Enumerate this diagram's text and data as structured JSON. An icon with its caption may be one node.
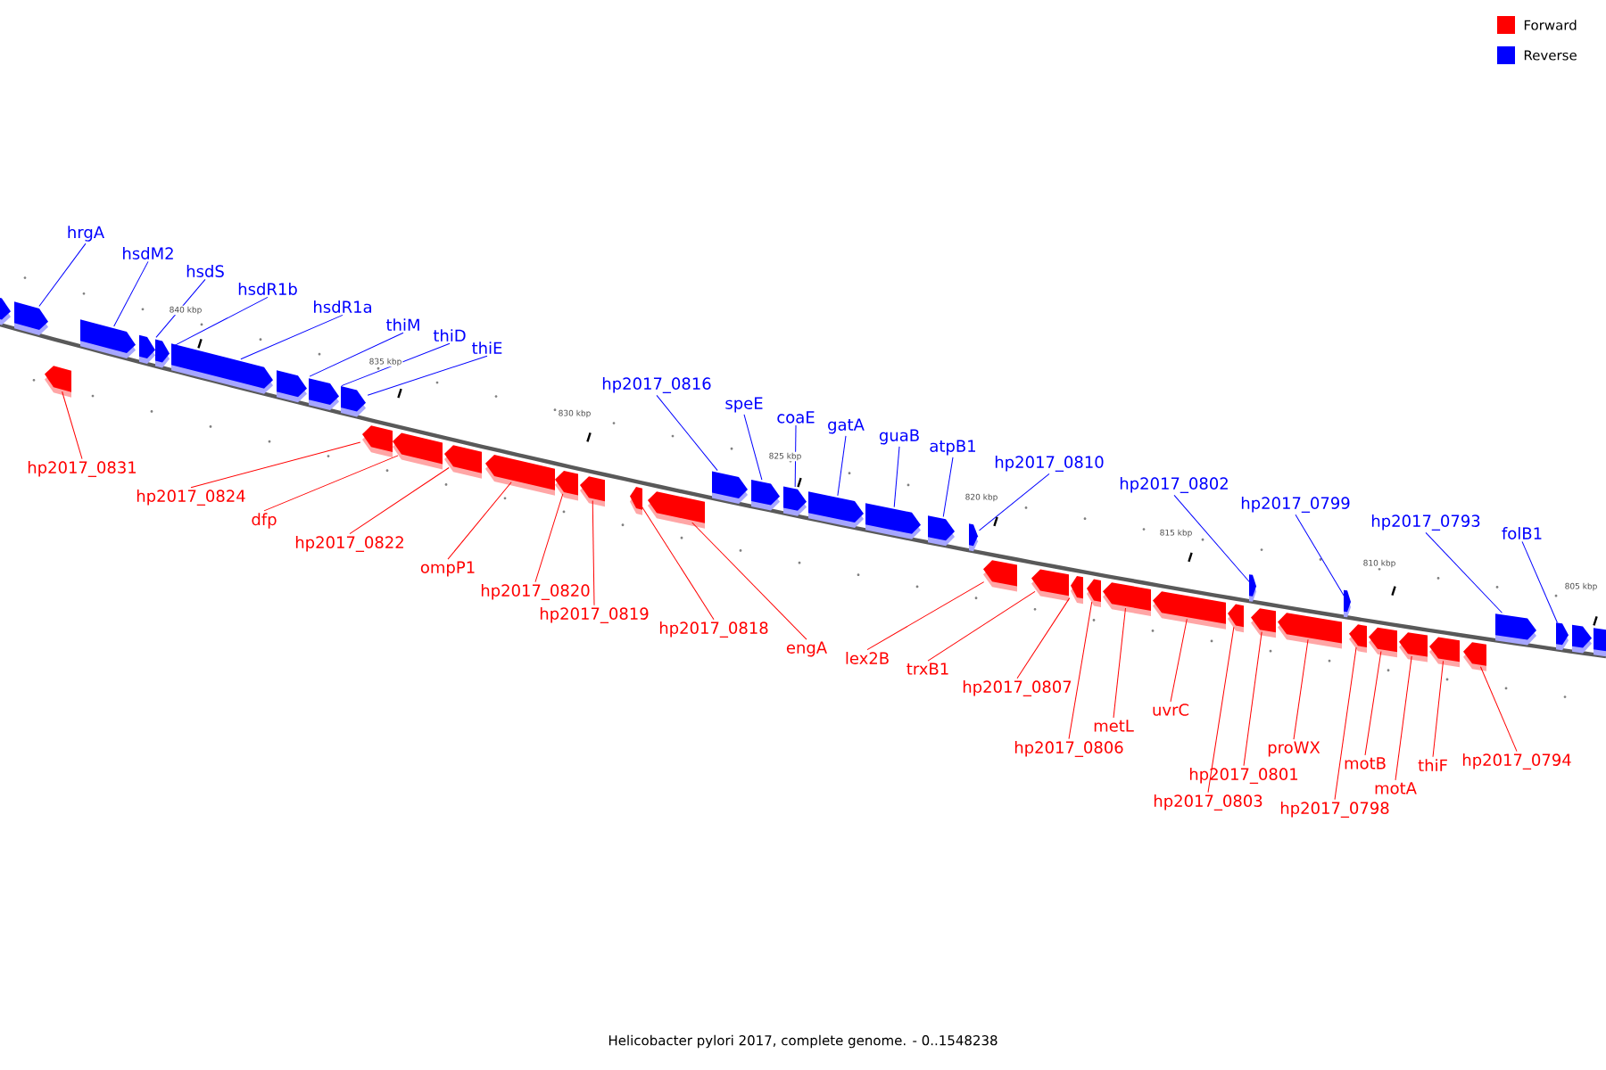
{
  "diagram": {
    "caption": "Helicobacter pylori 2017, complete genome. - 0..1548238",
    "nodes": [
      {
        "text": [
          "hrgA"
        ]
      },
      {
        "text": [
          "hsdM2"
        ]
      },
      {
        "text": [
          "hsdS"
        ]
      },
      {
        "text": [
          "hsdR1b"
        ]
      },
      {
        "text": [
          "hsdR1a"
        ]
      },
      {
        "text": [
          "thiM"
        ]
      },
      {
        "text": [
          "thiD"
        ]
      },
      {
        "text": [
          "thiE"
        ]
      },
      {
        "text": [
          "hp2017_0816"
        ]
      },
      {
        "text": [
          "speE"
        ]
      },
      {
        "text": [
          "coaE"
        ]
      },
      {
        "text": [
          "gatA"
        ]
      },
      {
        "text": [
          "guaB"
        ]
      },
      {
        "text": [
          "atpB1"
        ]
      },
      {
        "text": [
          "hp2017_0810"
        ]
      },
      {
        "text": [
          "hp2017_0802"
        ]
      },
      {
        "text": [
          "hp2017_0799"
        ]
      },
      {
        "text": [
          "hp2017_0793"
        ]
      },
      {
        "text": [
          "folB1"
        ]
      },
      {
        "text": [
          "hp2017_0831"
        ]
      },
      {
        "text": [
          "hp2017_0824"
        ]
      },
      {
        "text": [
          "dfp"
        ]
      },
      {
        "text": [
          "hp2017_0822"
        ]
      },
      {
        "text": [
          "ompP1"
        ]
      },
      {
        "text": [
          "hp2017_0820"
        ]
      },
      {
        "text": [
          "hp2017_0819"
        ]
      },
      {
        "text": [
          "hp2017_0818"
        ]
      },
      {
        "text": [
          "engA"
        ]
      },
      {
        "text": [
          "lex2B"
        ]
      },
      {
        "text": [
          "trxB1"
        ]
      },
      {
        "text": [
          "hp2017_0807"
        ]
      },
      {
        "text": [
          "hp2017_0806"
        ]
      },
      {
        "text": [
          "metL"
        ]
      },
      {
        "text": [
          "uvrC"
        ]
      },
      {
        "text": [
          "hp2017_0801"
        ]
      },
      {
        "text": [
          "hp2017_0803"
        ]
      },
      {
        "text": [
          "proWX"
        ]
      },
      {
        "text": [
          "hp2017_0798"
        ]
      },
      {
        "text": [
          "motB"
        ]
      },
      {
        "text": [
          "motA"
        ]
      },
      {
        "text": [
          "thiF"
        ]
      },
      {
        "text": [
          "hp2017_0794"
        ]
      },
      {
        "text": [],
        "shape": "arrow"
      },
      {
        "text": [],
        "shape": "arrow"
      },
      {
        "text": [],
        "shape": "arrow"
      },
      {
        "text": [],
        "shape": "arrow"
      },
      {
        "text": [],
        "shape": "arrow"
      },
      {
        "text": [],
        "shape": "arrow"
      },
      {
        "text": [],
        "shape": "arrow"
      },
      {
        "text": [],
        "shape": "arrow"
      },
      {
        "text": [],
        "shape": "arrow"
      },
      {
        "text": [],
        "shape": "arrow"
      },
      {
        "text": [],
        "shape": "arrow"
      },
      {
        "text": [],
        "shape": "arrow"
      },
      {
        "text": [],
        "shape": "arrow"
      },
      {
        "text": [],
        "shape": "arrow"
      },
      {
        "text": [],
        "shape": "arrow"
      },
      {
        "text": [],
        "shape": "arrow"
      },
      {
        "text": [],
        "shape": "arrow"
      },
      {
        "text": [],
        "shape": "arrow"
      },
      {
        "text": [],
        "shape": "arrow"
      },
      {
        "text": [],
        "shape": "arrow"
      },
      {
        "text": [],
        "shape": "arrow"
      },
      {
        "text": [],
        "shape": "arrow"
      },
      {
        "text": [],
        "shape": "arrow"
      },
      {
        "text": [],
        "shape": "arrow"
      },
      {
        "text": [],
        "shape": "arrow"
      },
      {
        "text": [],
        "shape": "arrow"
      },
      {
        "text": [],
        "shape": "arrow"
      },
      {
        "text": [],
        "shape": "arrow"
      },
      {
        "text": [],
        "shape": "arrow"
      },
      {
        "text": [],
        "shape": "arrow"
      },
      {
        "text": [],
        "shape": "arrow"
      },
      {
        "text": [],
        "shape": "arrow"
      },
      {
        "text": [],
        "shape": "arrow"
      },
      {
        "text": [],
        "shape": "arrow"
      },
      {
        "text": [],
        "shape": "arrow"
      },
      {
        "text": [],
        "shape": "arrow"
      },
      {
        "text": [],
        "shape": "arrow"
      },
      {
        "text": [],
        "shape": "arrow"
      },
      {
        "text": [],
        "shape": "arrow"
      },
      {
        "text": [],
        "shape": "arrow"
      },
      {
        "text": [],
        "shape": "arrow"
      },
      {
        "text": [],
        "shape": "arrow"
      },
      {
        "text": [],
        "shape": "arrow"
      },
      {
        "text": [],
        "shape": "arrow"
      },
      {
        "text": [],
        "shape": "arrow"
      }
    ],
    "edges": [
      {
        "from": 0,
        "to": 42,
        "arrow": "none",
        "color": "#0000ff"
      },
      {
        "from": 1,
        "to": 43,
        "arrow": "none",
        "color": "#0000ff"
      },
      {
        "from": 2,
        "to": 44,
        "arrow": "none",
        "color": "#0000ff"
      },
      {
        "from": 3,
        "to": 45,
        "arrow": "none",
        "color": "#0000ff"
      },
      {
        "from": 4,
        "to": 46,
        "arrow": "none",
        "color": "#0000ff"
      },
      {
        "from": 5,
        "to": 47,
        "arrow": "none",
        "color": "#0000ff"
      },
      {
        "from": 6,
        "to": 48,
        "arrow": "none",
        "color": "#0000ff"
      },
      {
        "from": 7,
        "to": 49,
        "arrow": "none",
        "color": "#0000ff"
      },
      {
        "from": 8,
        "to": 50,
        "arrow": "none",
        "color": "#0000ff"
      },
      {
        "from": 9,
        "to": 51,
        "arrow": "none",
        "color": "#0000ff"
      },
      {
        "from": 10,
        "to": 52,
        "arrow": "none",
        "color": "#0000ff"
      },
      {
        "from": 11,
        "to": 53,
        "arrow": "none",
        "color": "#0000ff"
      },
      {
        "from": 12,
        "to": 54,
        "arrow": "none",
        "color": "#0000ff"
      },
      {
        "from": 13,
        "to": 55,
        "arrow": "none",
        "color": "#0000ff"
      },
      {
        "from": 14,
        "to": 56,
        "arrow": "none",
        "color": "#0000ff"
      },
      {
        "from": 15,
        "to": 57,
        "arrow": "none",
        "color": "#0000ff"
      },
      {
        "from": 16,
        "to": 58,
        "arrow": "none",
        "color": "#0000ff"
      },
      {
        "from": 17,
        "to": 59,
        "arrow": "none",
        "color": "#0000ff"
      },
      {
        "from": 18,
        "to": 60,
        "arrow": "none",
        "color": "#0000ff"
      },
      {
        "from": 19,
        "to": 61,
        "arrow": "none",
        "color": "#ff0000"
      },
      {
        "from": 20,
        "to": 62,
        "arrow": "none",
        "color": "#ff0000"
      },
      {
        "from": 21,
        "to": 63,
        "arrow": "none",
        "color": "#ff0000"
      },
      {
        "from": 22,
        "to": 64,
        "arrow": "none",
        "color": "#ff0000"
      },
      {
        "from": 23,
        "to": 65,
        "arrow": "none",
        "color": "#ff0000"
      },
      {
        "from": 24,
        "to": 66,
        "arrow": "none",
        "color": "#ff0000"
      },
      {
        "from": 25,
        "to": 67,
        "arrow": "none",
        "color": "#ff0000"
      },
      {
        "from": 26,
        "to": 68,
        "arrow": "none",
        "color": "#ff0000"
      },
      {
        "from": 27,
        "to": 69,
        "arrow": "none",
        "color": "#ff0000"
      },
      {
        "from": 28,
        "to": 70,
        "arrow": "none",
        "color": "#ff0000"
      },
      {
        "from": 29,
        "to": 71,
        "arrow": "none",
        "color": "#ff0000"
      },
      {
        "from": 30,
        "to": 72,
        "arrow": "none",
        "color": "#ff0000"
      },
      {
        "from": 31,
        "to": 73,
        "arrow": "none",
        "color": "#ff0000"
      },
      {
        "from": 32,
        "to": 74,
        "arrow": "none",
        "color": "#ff0000"
      },
      {
        "from": 33,
        "to": 75,
        "arrow": "none",
        "color": "#ff0000"
      },
      {
        "from": 34,
        "to": 76,
        "arrow": "none",
        "color": "#ff0000"
      },
      {
        "from": 35,
        "to": 77,
        "arrow": "none",
        "color": "#ff0000"
      },
      {
        "from": 36,
        "to": 78,
        "arrow": "none",
        "color": "#ff0000"
      },
      {
        "from": 37,
        "to": 79,
        "arrow": "none",
        "color": "#ff0000"
      },
      {
        "from": 38,
        "to": 80,
        "arrow": "none",
        "color": "#ff0000"
      },
      {
        "from": 39,
        "to": 81,
        "arrow": "none",
        "color": "#ff0000"
      },
      {
        "from": 40,
        "to": 82,
        "arrow": "none",
        "color": "#ff0000"
      },
      {
        "from": 41,
        "to": 83,
        "arrow": "none",
        "color": "#ff0000"
      }
    ],
    "labels": [
      "840 kbp",
      "835 kbp",
      "830 kbp",
      "825 kbp",
      "820 kbp",
      "815 kbp",
      "810 kbp",
      "805 kbp"
    ],
    "legend": [
      {
        "text": "Forward",
        "color": "#ff0000"
      },
      {
        "text": "Reverse",
        "color": "#0000ff"
      }
    ]
  }
}
